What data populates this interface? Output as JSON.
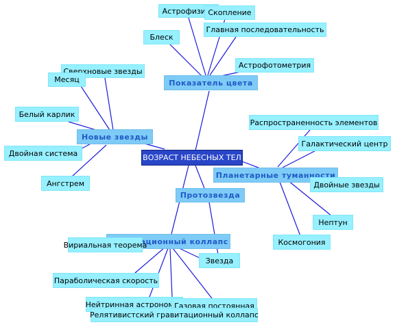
{
  "root": {
    "label": "ВОЗРАСТ НЕБЕСНЫХ ТЕЛ"
  },
  "branches": [
    {
      "id": "color",
      "label": "Показатель цвета",
      "leaves": [
        "Астрофизика",
        "Скопление",
        "Блеск",
        "Главная последовательность",
        "Астрофотометрия"
      ]
    },
    {
      "id": "newstars",
      "label": "Новые звезды",
      "leaves": [
        "Сверхновые звезды",
        "Месяц",
        "Белый карлик",
        "Двойная система",
        "Ангстрем"
      ]
    },
    {
      "id": "nebulae",
      "label": "Планетарные туманности",
      "leaves": [
        "Распространенность элементов",
        "Галактический центр",
        "Двойные звезды",
        "Нептун",
        "Космогония"
      ]
    },
    {
      "id": "proto",
      "label": "Протозвезда",
      "leaves": [
        "Звезда"
      ]
    },
    {
      "id": "collapse",
      "label": "Гравитационный коллапс",
      "leaves": [
        "Вириальная теорема",
        "Параболическая скорость",
        "Нейтринная астрономия",
        "Газовая постоянная",
        "Релятивистский гравитационный коллапс"
      ]
    }
  ],
  "colors": {
    "leaf": "#96f0ff",
    "branch": "#7ecbf7",
    "branch_text": "#1f5bc7",
    "root": "#2946c8",
    "link": "#1a1adb"
  }
}
